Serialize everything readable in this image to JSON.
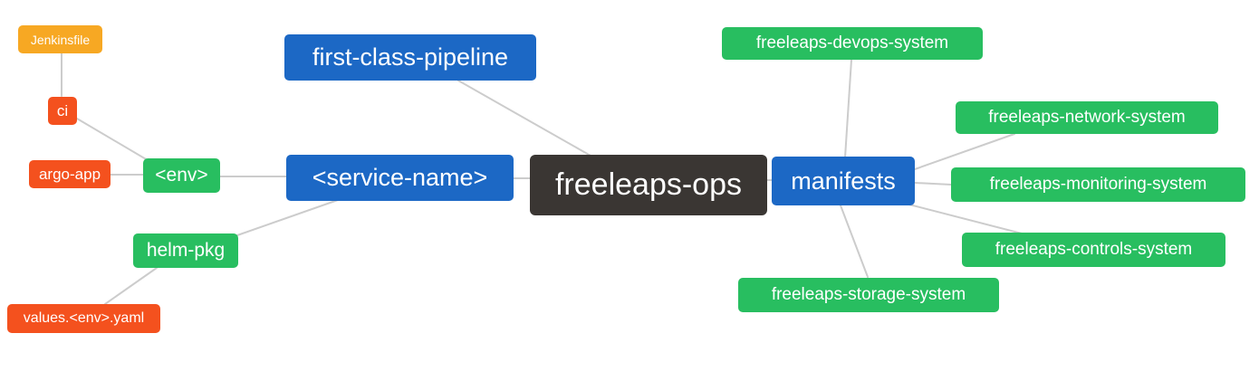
{
  "colors": {
    "blue": "#1c68c5",
    "green": "#28be60",
    "orange": "#f7a823",
    "red": "#f4511e",
    "dark": "#3a3633",
    "edge": "#cccccc",
    "background": "#ffffff",
    "node_text": "#ffffff"
  },
  "mindmap": {
    "root_label": "freeleaps-ops",
    "nodes": [
      {
        "id": "freeleaps-ops",
        "label": "freeleaps-ops",
        "color": "dark"
      },
      {
        "id": "first-class-pipeline",
        "label": "first-class-pipeline",
        "color": "blue"
      },
      {
        "id": "service-name",
        "label": "<service-name>",
        "color": "blue"
      },
      {
        "id": "manifests",
        "label": "manifests",
        "color": "blue"
      },
      {
        "id": "env",
        "label": "<env>",
        "color": "green"
      },
      {
        "id": "helm-pkg",
        "label": "helm-pkg",
        "color": "green"
      },
      {
        "id": "ci",
        "label": "ci",
        "color": "red"
      },
      {
        "id": "argo-app",
        "label": "argo-app",
        "color": "red"
      },
      {
        "id": "jenkinsfile",
        "label": "Jenkinsfile",
        "color": "orange"
      },
      {
        "id": "values-env-yaml",
        "label": "values.<env>.yaml",
        "color": "red"
      },
      {
        "id": "devops-system",
        "label": "freeleaps-devops-system",
        "color": "green"
      },
      {
        "id": "network-system",
        "label": "freeleaps-network-system",
        "color": "green"
      },
      {
        "id": "monitoring-system",
        "label": "freeleaps-monitoring-system",
        "color": "green"
      },
      {
        "id": "controls-system",
        "label": "freeleaps-controls-system",
        "color": "green"
      },
      {
        "id": "storage-system",
        "label": "freeleaps-storage-system",
        "color": "green"
      }
    ],
    "edges": [
      [
        "freeleaps-ops",
        "first-class-pipeline"
      ],
      [
        "freeleaps-ops",
        "service-name"
      ],
      [
        "freeleaps-ops",
        "manifests"
      ],
      [
        "service-name",
        "env"
      ],
      [
        "service-name",
        "helm-pkg"
      ],
      [
        "env",
        "ci"
      ],
      [
        "env",
        "argo-app"
      ],
      [
        "ci",
        "jenkinsfile"
      ],
      [
        "helm-pkg",
        "values-env-yaml"
      ],
      [
        "manifests",
        "devops-system"
      ],
      [
        "manifests",
        "network-system"
      ],
      [
        "manifests",
        "monitoring-system"
      ],
      [
        "manifests",
        "controls-system"
      ],
      [
        "manifests",
        "storage-system"
      ]
    ]
  }
}
